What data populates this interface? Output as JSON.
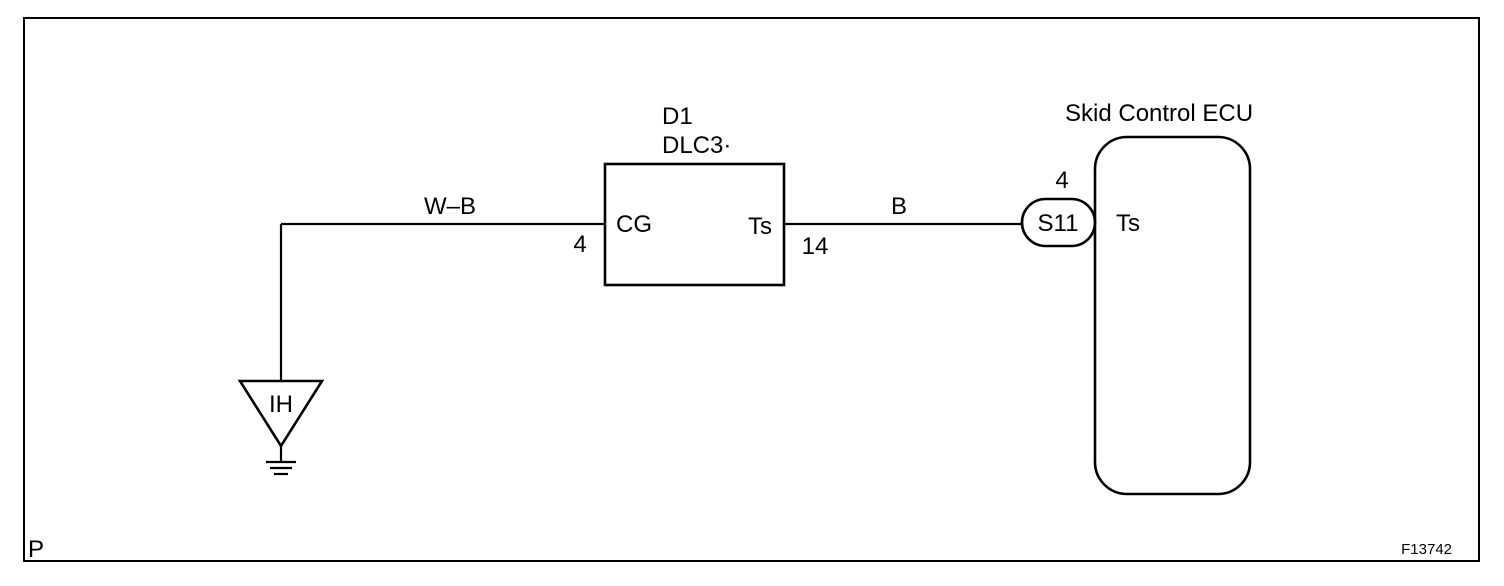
{
  "diagram": {
    "ground": {
      "label": "IH"
    },
    "wire_left": {
      "label": "W–B"
    },
    "dlc3": {
      "code": "D1",
      "name": "DLC3·",
      "pin_left_label": "CG",
      "pin_left_number": "4",
      "pin_right_label": "Ts",
      "pin_right_number": "14"
    },
    "wire_right": {
      "label": "B"
    },
    "connector": {
      "label": "S11",
      "pin_number": "4"
    },
    "ecu": {
      "title": "Skid Control ECU",
      "pin_label": "Ts"
    },
    "footer": {
      "corner_label": "P",
      "figure_id": "F13742"
    }
  }
}
